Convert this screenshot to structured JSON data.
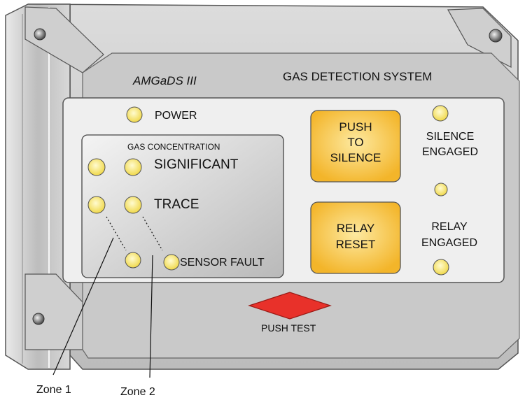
{
  "brand": "AMGaDS III",
  "system_title": "GAS DETECTION SYSTEM",
  "power_label": "POWER",
  "gas_panel": {
    "title": "GAS CONCENTRATION",
    "significant_label": "SIGNIFICANT",
    "trace_label": "TRACE",
    "sensor_fault_label": "SENSOR FAULT"
  },
  "buttons": {
    "silence": [
      "PUSH",
      "TO",
      "SILENCE"
    ],
    "relay_reset": [
      "RELAY",
      "RESET"
    ]
  },
  "indicators": {
    "silence_engaged": [
      "SILENCE",
      "ENGAGED"
    ],
    "relay_engaged": [
      "RELAY",
      "ENGAGED"
    ]
  },
  "push_test_label": "PUSH TEST",
  "callouts": {
    "zone1": "Zone 1",
    "zone2": "Zone 2"
  },
  "colors": {
    "led": "#f5e36a",
    "button": "#f9c63c",
    "test_button": "#e8312a",
    "housing": "#d2d2d2"
  }
}
